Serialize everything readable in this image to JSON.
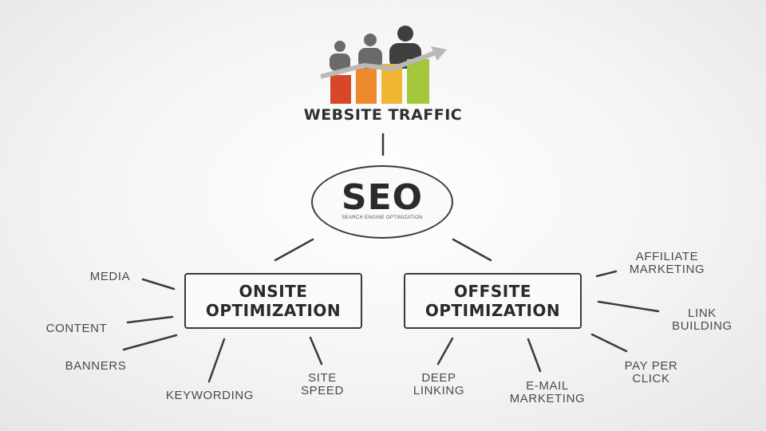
{
  "header": {
    "title": "WEBSITE TRAFFIC",
    "icon": "traffic-growth-icon"
  },
  "center": {
    "label": "SEO",
    "sublabel": "SEARCH ENGINE OPTIMIZATION"
  },
  "onsite": {
    "label": "ONSITE\nOPTIMIZATION",
    "items": [
      "MEDIA",
      "CONTENT",
      "BANNERS",
      "KEYWORDING",
      "SITE\nSPEED"
    ]
  },
  "offsite": {
    "label": "OFFSITE\nOPTIMIZATION",
    "items": [
      "DEEP\nLINKING",
      "E-MAIL\nMARKETING",
      "PAY PER\nCLICK",
      "LINK\nBUILDING",
      "AFFILIATE\nMARKETING"
    ]
  },
  "colors": {
    "bars": [
      "#d9472a",
      "#ee8a2e",
      "#f2b632",
      "#a3c63a"
    ],
    "arrow": "#b9b9b9",
    "people": "#6a6a6a",
    "lines": "#3a3a3a"
  }
}
